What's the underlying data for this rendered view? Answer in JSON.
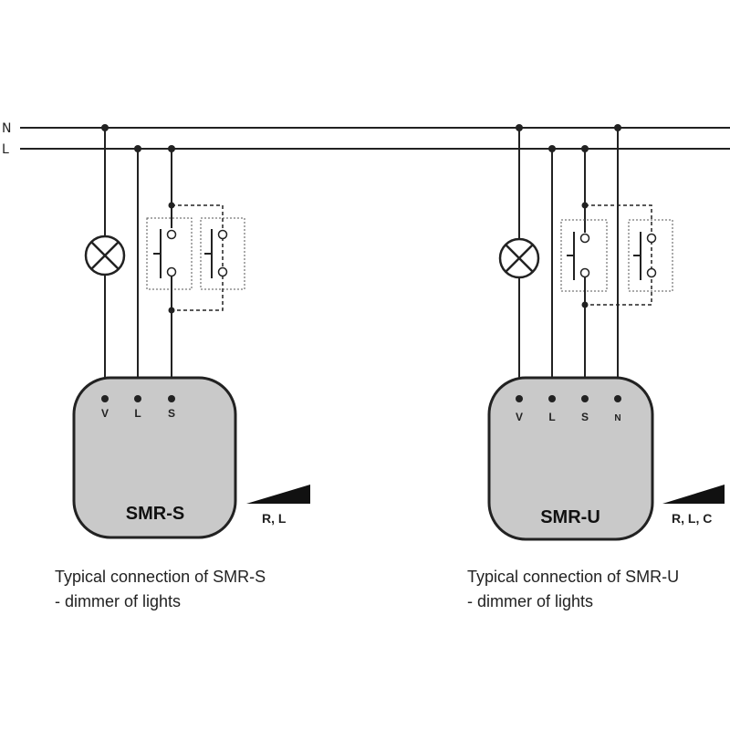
{
  "rails": {
    "neutral": "N",
    "live": "L"
  },
  "left": {
    "terminals": {
      "v": "V",
      "l": "L",
      "s": "S"
    },
    "module_name": "SMR-S",
    "load_types": "R, L",
    "caption_line1": "Typical connection of SMR-S",
    "caption_line2": "- dimmer of lights"
  },
  "right": {
    "terminals": {
      "v": "V",
      "l": "L",
      "s": "S",
      "n": "N"
    },
    "module_name": "SMR-U",
    "load_types": "R, L, C",
    "caption_line1": "Typical connection of SMR-U",
    "caption_line2": "- dimmer of lights"
  }
}
